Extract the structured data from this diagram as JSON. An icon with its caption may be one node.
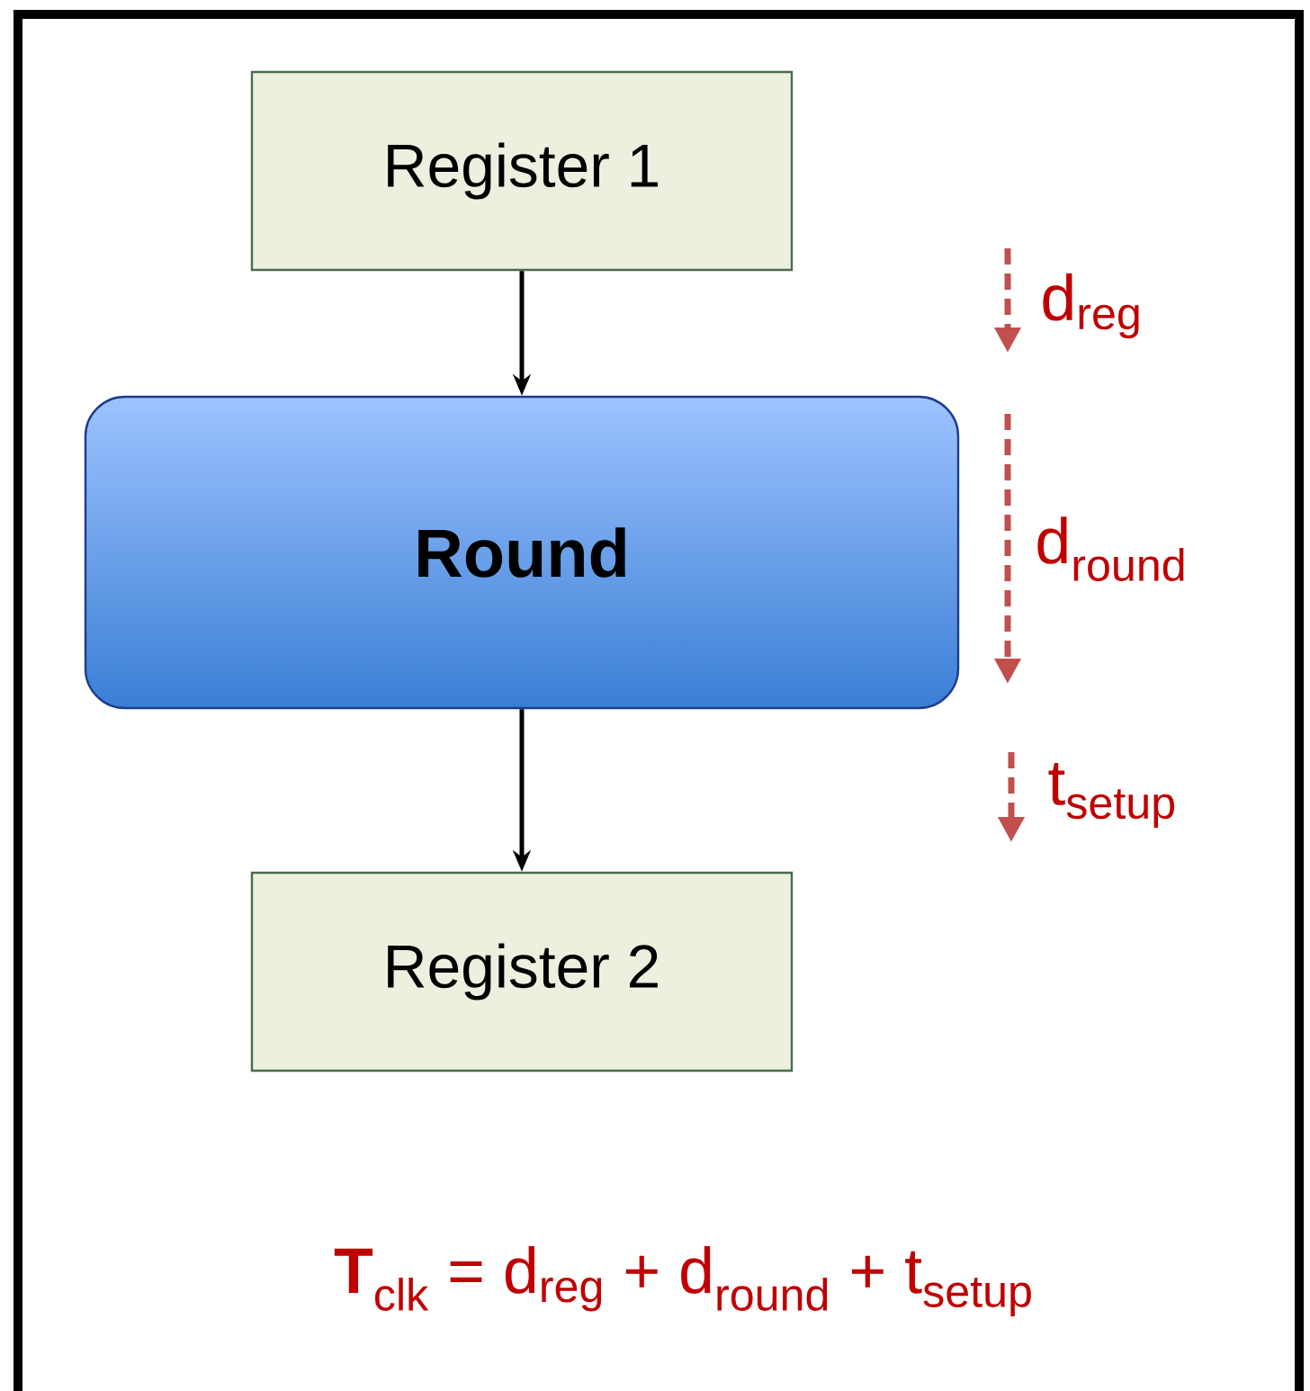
{
  "diagram": {
    "nodes": [
      {
        "text": [
          "Register 1"
        ]
      },
      {
        "text": [
          "Round"
        ]
      },
      {
        "text": [
          "Register 2"
        ]
      }
    ],
    "edges": [
      {
        "from": 0,
        "to": 1,
        "arrow": "to"
      },
      {
        "from": 1,
        "to": 2,
        "arrow": "to"
      }
    ],
    "labels": [
      "d$_{reg}$",
      "d$_{round}$",
      "t$_{setup}$",
      "**T**$_{clk}$ = d$_{reg}$ + d$_{round}$ + t$_{setup}$"
    ]
  }
}
